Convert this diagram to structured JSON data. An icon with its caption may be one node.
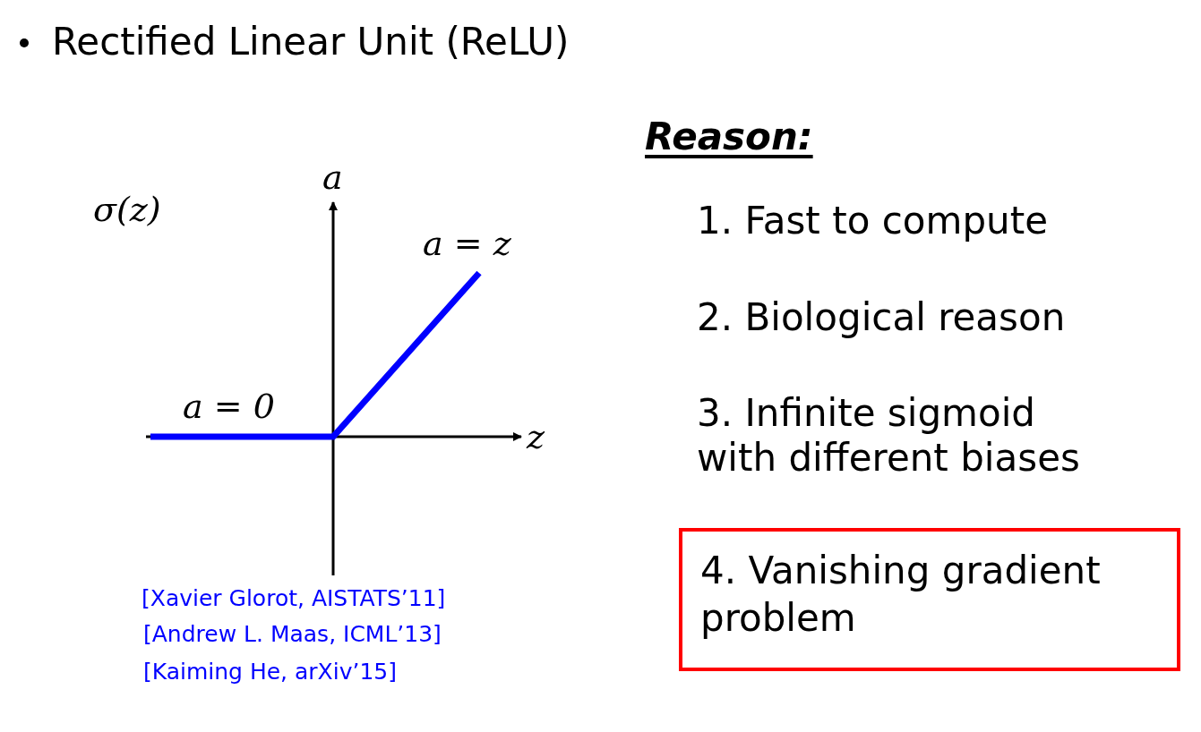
{
  "diagram": {
    "title": "Rectified Linear Unit (ReLU)",
    "nodes": [
      {
        "text": [
          "4. Vanishing gradient problem"
        ]
      }
    ],
    "labels": [
      "Reason:",
      "1. Fast to compute",
      "2. Biological reason",
      "3. Infinite sigmoid with different biases",
      "σ(z)",
      "a",
      "a = z",
      "a = 0",
      "z",
      "[Xavier Glorot, AISTATS’11]",
      "[Andrew L. Maas, ICML’13]",
      "[Kaiming He, arXiv’15]"
    ]
  }
}
